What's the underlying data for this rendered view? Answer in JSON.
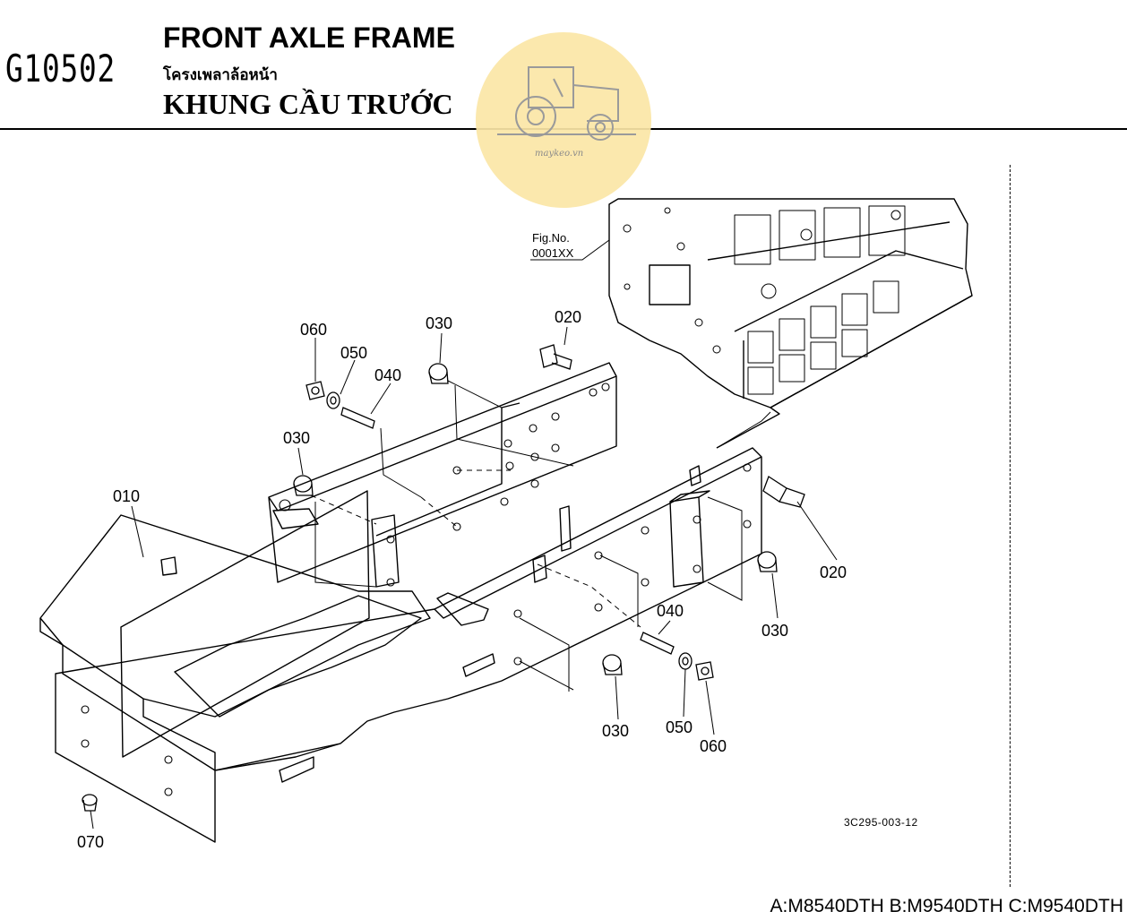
{
  "header": {
    "code": "G10502",
    "title_en": "FRONT AXLE FRAME",
    "title_th": "โครงเพลาล้อหน้า",
    "title_vn": "KHUNG CẦU TRƯỚC"
  },
  "watermark": {
    "text": "maykeo.vn",
    "color": "#fbe6a6",
    "icon": "tractor-icon"
  },
  "figure_ref": {
    "line1": "Fig.No.",
    "line2": "0001XX"
  },
  "parts": {
    "p010": "010",
    "p020a": "020",
    "p020b": "020",
    "p030a": "030",
    "p030b": "030",
    "p030c": "030",
    "p030d": "030",
    "p040a": "040",
    "p040b": "040",
    "p050a": "050",
    "p050b": "050",
    "p060a": "060",
    "p060b": "060",
    "p070": "070"
  },
  "drawing_id": "3C295-003-12",
  "models": "A:M8540DTH B:M9540DTH C:M9540DTH"
}
